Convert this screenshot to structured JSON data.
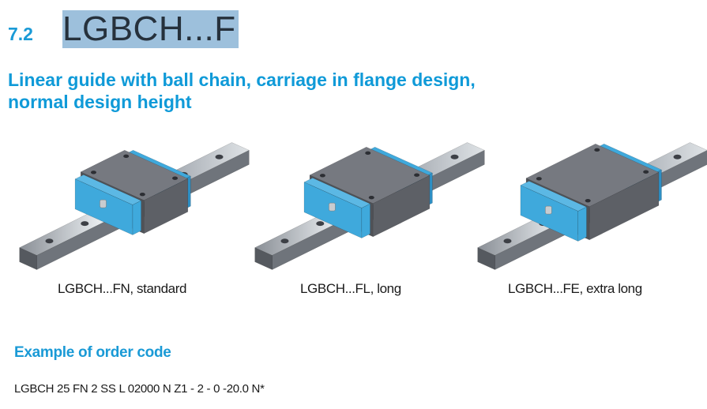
{
  "header": {
    "section_number": "7.2",
    "title": "LGBCH...F"
  },
  "subtitle": {
    "line1": "Linear guide with ball chain, carriage in flange design,",
    "line2": "normal design height"
  },
  "products": [
    {
      "caption": "LGBCH...FN, standard"
    },
    {
      "caption": "LGBCH...FL, long"
    },
    {
      "caption": "LGBCH...FE, extra long"
    }
  ],
  "order_example": {
    "heading": "Example of order code",
    "code": "LGBCH 25 FN 2 SS L 02000 N Z1 - 2 - 0 -20.0 N*"
  },
  "colors": {
    "accent": "#1a9ad6",
    "title_highlight": "#9dc0dc",
    "end_cap": "#3fa9dc",
    "carriage": "#5d6066"
  }
}
